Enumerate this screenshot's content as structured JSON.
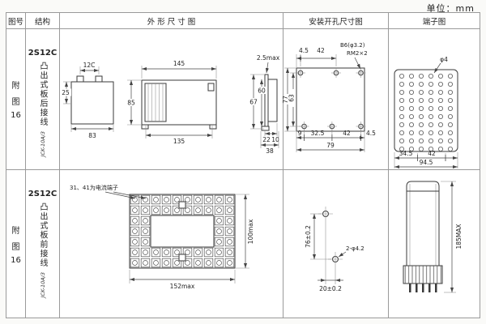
{
  "unit_label": "单位：mm",
  "header": {
    "fig_no": "图号",
    "structure": "结构",
    "outline": "外 形 尺 寸 图",
    "mounting": "安装开孔尺寸图",
    "terminal": "端子图"
  },
  "row1": {
    "fig": {
      "c1": "附",
      "c2": "图",
      "c3": "16"
    },
    "structure": {
      "model": "2S12C",
      "desc": "凸出式板后接线",
      "code": "JCK-10A/3"
    },
    "outline": {
      "d12c": "12C",
      "d25": "25",
      "d83": "83",
      "d85": "85",
      "d145": "145",
      "d135": "135",
      "dmax": "2.5max",
      "d67": "67",
      "d60": "60",
      "d22": "22",
      "d10": "10",
      "d38": "38"
    },
    "mounting": {
      "d45a": "4.5",
      "d42a": "42",
      "b6": "B6(φ3.2)",
      "rm2": "RM2×2",
      "d77": "77",
      "d63": "63",
      "d9": "9",
      "d325": "32.5",
      "d42b": "42",
      "d45b": "4.5",
      "d79": "79"
    },
    "terminal": {
      "phi4": "φ4",
      "d345": "34.5",
      "d42": "42",
      "d945": "94.5"
    }
  },
  "row2": {
    "fig": {
      "c1": "附",
      "c2": "图",
      "c3": "16"
    },
    "structure": {
      "model": "2S12C",
      "desc": "凸出式板前接线",
      "code": "JCK-10A/3"
    },
    "outline": {
      "note": "31、41为电流端子",
      "d100": "100max",
      "d152": "152max"
    },
    "mounting": {
      "d76": "76±0.2",
      "hole": "2-φ4.2",
      "d20": "20±0.2"
    },
    "terminal": {
      "d185": "185MAX"
    }
  }
}
